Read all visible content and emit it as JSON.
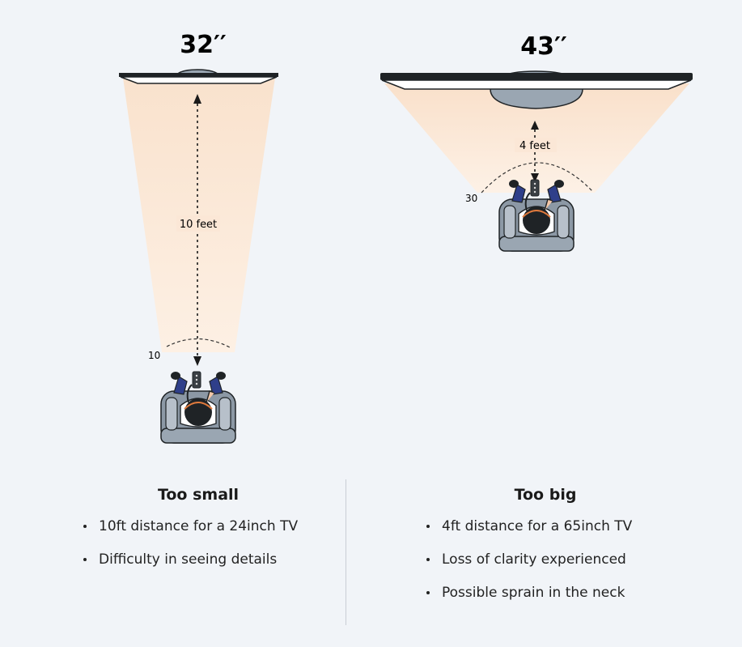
{
  "left": {
    "tv_size": "32′′",
    "distance_label": "10 feet",
    "angle_label": "10",
    "heading": "Too small",
    "bullets": [
      "10ft distance for a 24inch TV",
      "Difficulty in seeing details"
    ]
  },
  "right": {
    "tv_size": "43′′",
    "distance_label": "4 feet",
    "angle_label": "30",
    "heading": "Too big",
    "bullets": [
      "4ft distance for a 65inch TV",
      "Loss of clarity experienced",
      "Possible sprain in the neck"
    ]
  },
  "colors": {
    "background": "#f1f4f8",
    "cone": "#fbe7d6",
    "tv_frame": "#1f2326",
    "stand": "#9aa6b2",
    "chair": "#7f8b98",
    "jeans": "#2f3f8a"
  }
}
